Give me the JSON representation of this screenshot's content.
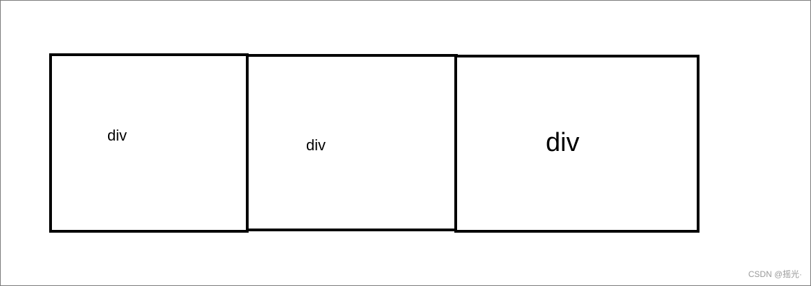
{
  "diagram": {
    "boxes": [
      {
        "label": "div"
      },
      {
        "label": "div"
      },
      {
        "label": "div"
      }
    ]
  },
  "watermark": "CSDN @摇光·"
}
